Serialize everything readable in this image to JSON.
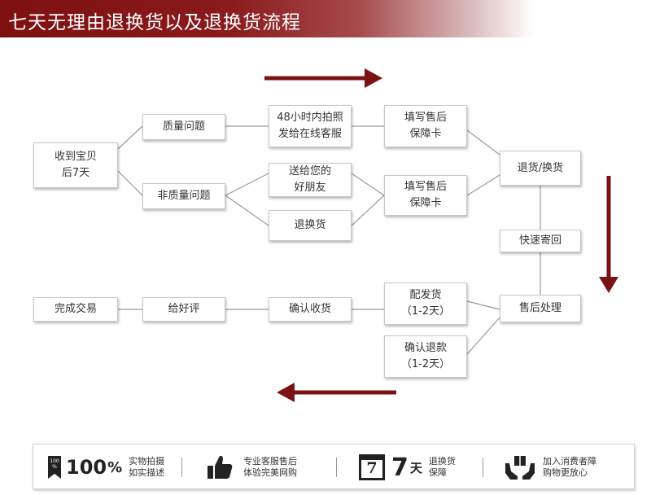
{
  "header": {
    "title": "七天无理由退换货以及退换货流程"
  },
  "nodes": {
    "receive": "收到宝贝\n后7天",
    "quality_issue": "质量问题",
    "non_quality_issue": "非质量问题",
    "photo_48h": "48小时内拍照\n发给在线客服",
    "fill_card_1": "填写售后\n保障卡",
    "gift_friend": "送给您的\n好朋友",
    "fill_card_2": "填写售后\n保障卡",
    "return_goods": "退换货",
    "return_exchange": "退货/换货",
    "express_back": "快速寄回",
    "after_sale": "售后处理",
    "reship": "配发货\n（1-2天）",
    "confirm_refund": "确认退款\n（1-2天）",
    "confirm_receipt": "确认收货",
    "good_review": "给好评",
    "deal_done": "完成交易"
  },
  "footer": {
    "badge_icon_text": "100\n%",
    "big_100": "100",
    "pct": "%",
    "item1_text": "实物拍摄\n如实描述",
    "item2_text": "专业客服售后\n体验完美网购",
    "calendar_digit": "7",
    "big_7": "7",
    "day_char": "天",
    "item3_text": "退换货\n保障",
    "item4_text": "加入消费者障\n购物更放心"
  },
  "colors": {
    "arrow": "#7b1315",
    "banner": "#7e1012"
  }
}
